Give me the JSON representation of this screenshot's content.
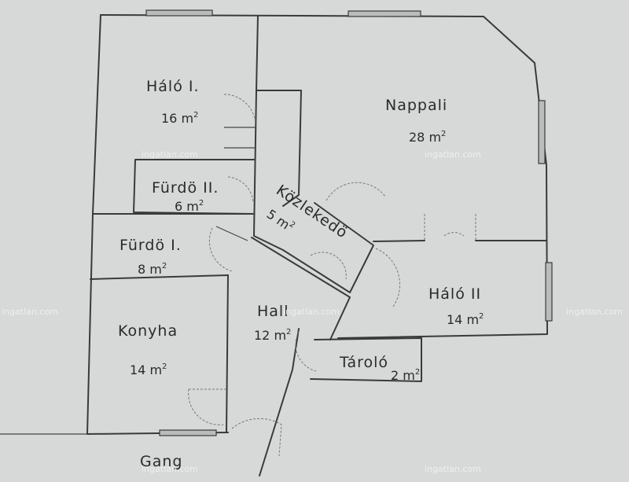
{
  "rooms": [
    {
      "id": "halo-1",
      "name": "Háló I.",
      "area": "16 m",
      "unit": "2"
    },
    {
      "id": "nappali",
      "name": "Nappali",
      "area": "28 m",
      "unit": "2"
    },
    {
      "id": "furdo-2",
      "name": "Fürdö II.",
      "area": "6 m",
      "unit": "2"
    },
    {
      "id": "kozlekedo",
      "name": "Közlekedö",
      "area": "5 m",
      "unit": "2"
    },
    {
      "id": "furdo-1",
      "name": "Fürdö I.",
      "area": "8 m",
      "unit": "2"
    },
    {
      "id": "halo-2",
      "name": "Háló II",
      "area": "14 m",
      "unit": "2"
    },
    {
      "id": "hall",
      "name": "Hall",
      "area": "12 m",
      "unit": "2"
    },
    {
      "id": "konyha",
      "name": "Konyha",
      "area": "14 m",
      "unit": "2"
    },
    {
      "id": "tarolo",
      "name": "Tároló",
      "area": "2 m",
      "unit": "2"
    },
    {
      "id": "gang",
      "name": "Gang",
      "area": "",
      "unit": ""
    }
  ],
  "watermark": "ingatlan.com"
}
